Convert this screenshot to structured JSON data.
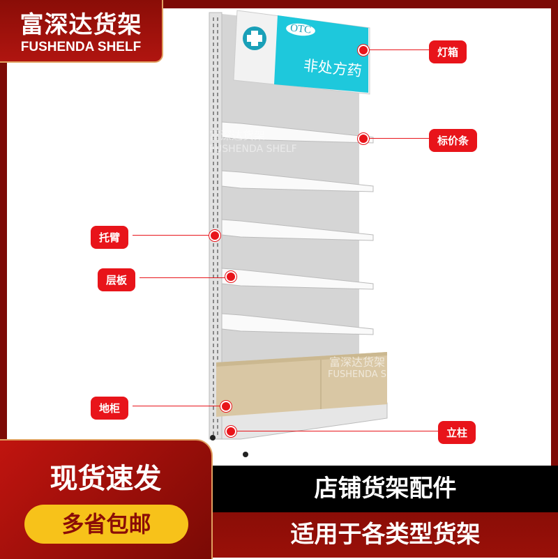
{
  "brand": {
    "name_cn": "富深达货架",
    "name_en": "FUSHENDA SHELF"
  },
  "lightbox": {
    "badge": "OTC",
    "text": "非处方药"
  },
  "callouts": [
    {
      "label": "灯箱"
    },
    {
      "label": "标价条"
    },
    {
      "label": "托臂"
    },
    {
      "label": "层板"
    },
    {
      "label": "地柜"
    },
    {
      "label": "立柱"
    }
  ],
  "watermark": {
    "cn": "富深达货架",
    "en": "FUSHENDA SHELF"
  },
  "promo": {
    "title": "现货速发",
    "pill": "多省包邮"
  },
  "banner": {
    "line1": "店铺货架配件",
    "line2": "适用于各类型货架"
  },
  "colors": {
    "accent_red": "#e8141a",
    "dark_red": "#7d0a06",
    "lightbox_cyan": "#1ec8dc",
    "pill_yellow": "#f7c21a"
  }
}
